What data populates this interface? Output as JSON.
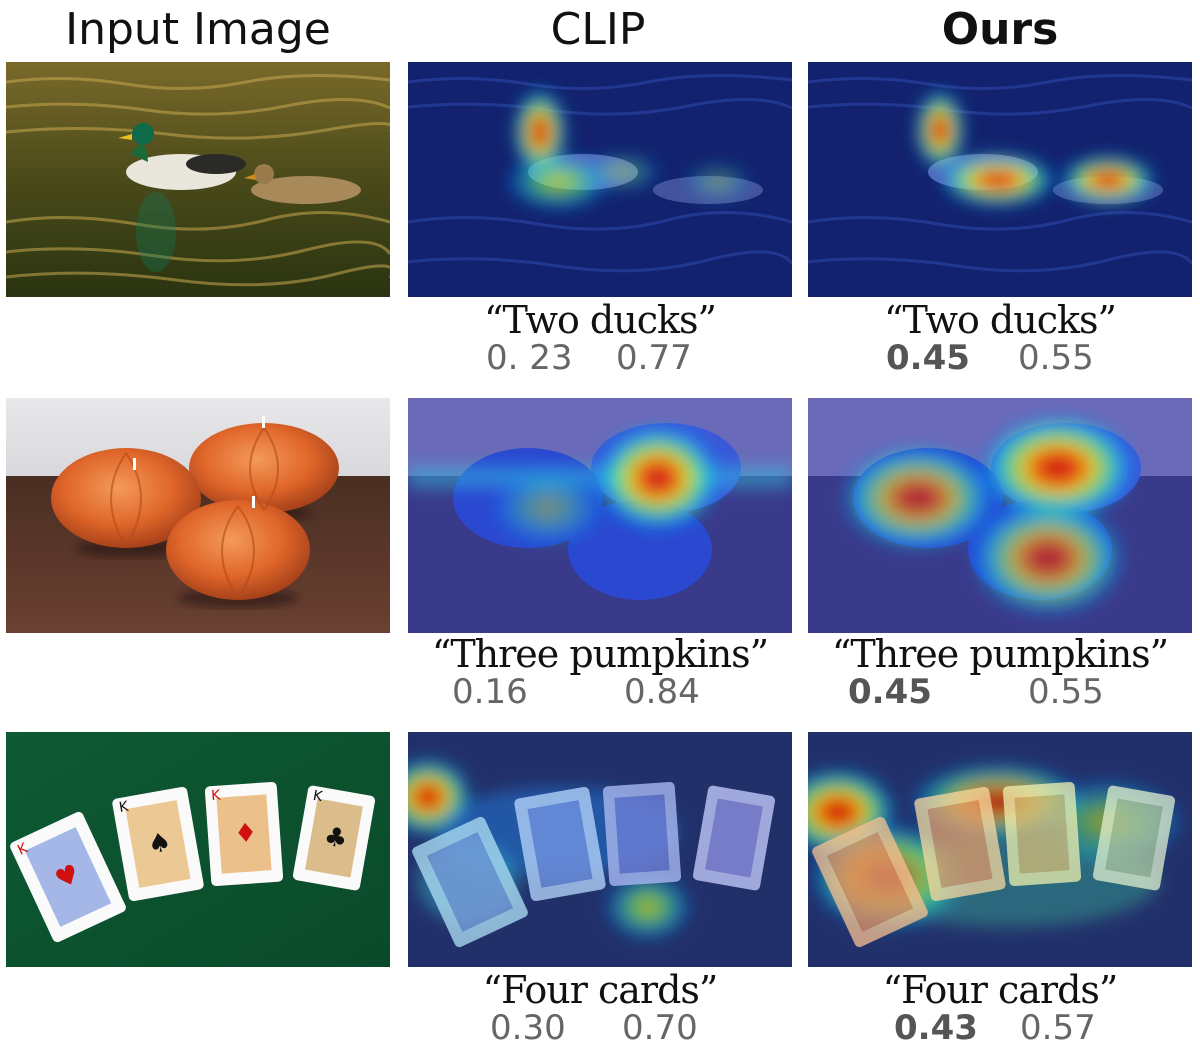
{
  "headers": {
    "input": "Input Image",
    "clip": "CLIP",
    "ours": "Ours"
  },
  "rows": [
    {
      "scene": "ducks",
      "clip": {
        "caption": "“Two ducks”",
        "score_a": "0. 23",
        "score_b": "0.77"
      },
      "ours": {
        "caption": "“Two ducks”",
        "score_a": "0.45",
        "score_b": "0.55"
      }
    },
    {
      "scene": "pumpkins",
      "clip": {
        "caption": "“Three pumpkins”",
        "score_a": "0.16",
        "score_b": "0.84"
      },
      "ours": {
        "caption": "“Three pumpkins”",
        "score_a": "0.45",
        "score_b": "0.55"
      }
    },
    {
      "scene": "cards",
      "clip": {
        "caption": "“Four cards”",
        "score_a": "0.30",
        "score_b": "0.70"
      },
      "ours": {
        "caption": "“Four cards”",
        "score_a": "0.43",
        "score_b": "0.57"
      }
    }
  ]
}
